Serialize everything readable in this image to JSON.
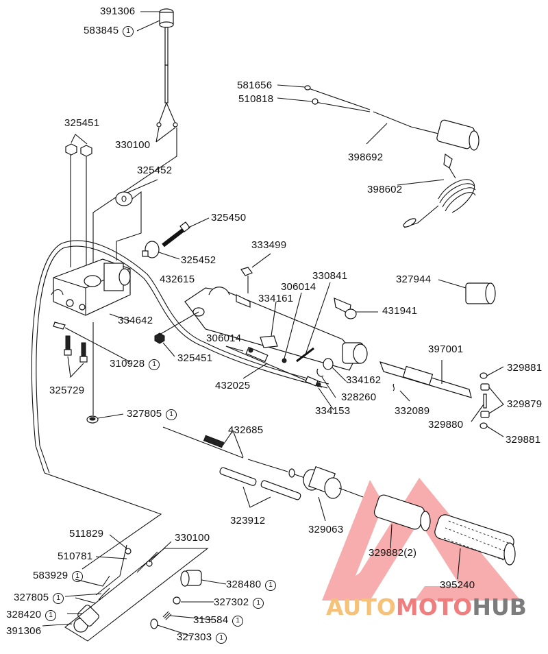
{
  "diagram": {
    "title": "Remote control / tiller handle exploded parts diagram",
    "note_symbol": "1",
    "labels": [
      {
        "id": "l1",
        "text": "391306",
        "note": false
      },
      {
        "id": "l2",
        "text": "583845",
        "note": true
      },
      {
        "id": "l3",
        "text": "581656",
        "note": false
      },
      {
        "id": "l4",
        "text": "510818",
        "note": false
      },
      {
        "id": "l5",
        "text": "325451",
        "note": false
      },
      {
        "id": "l6",
        "text": "330100",
        "note": false
      },
      {
        "id": "l7",
        "text": "398692",
        "note": false
      },
      {
        "id": "l8",
        "text": "325452",
        "note": false
      },
      {
        "id": "l9",
        "text": "398602",
        "note": false
      },
      {
        "id": "l10",
        "text": "325450",
        "note": false
      },
      {
        "id": "l11",
        "text": "333499",
        "note": false
      },
      {
        "id": "l12",
        "text": "325452",
        "note": false
      },
      {
        "id": "l13",
        "text": "330841",
        "note": false
      },
      {
        "id": "l14",
        "text": "432615",
        "note": false
      },
      {
        "id": "l15",
        "text": "306014",
        "note": false
      },
      {
        "id": "l16",
        "text": "327944",
        "note": false
      },
      {
        "id": "l17",
        "text": "334161",
        "note": false
      },
      {
        "id": "l18",
        "text": "431941",
        "note": false
      },
      {
        "id": "l19",
        "text": "334642",
        "note": false
      },
      {
        "id": "l20",
        "text": "306014",
        "note": false
      },
      {
        "id": "l21",
        "text": "397001",
        "note": false
      },
      {
        "id": "l22",
        "text": "310928",
        "note": true
      },
      {
        "id": "l23",
        "text": "325451",
        "note": false
      },
      {
        "id": "l24",
        "text": "334162",
        "note": false
      },
      {
        "id": "l25",
        "text": "329881",
        "note": false
      },
      {
        "id": "l26",
        "text": "432025",
        "note": false
      },
      {
        "id": "l27",
        "text": "328260",
        "note": false
      },
      {
        "id": "l28",
        "text": "329879",
        "note": false
      },
      {
        "id": "l29",
        "text": "325729",
        "note": false
      },
      {
        "id": "l30",
        "text": "334153",
        "note": false
      },
      {
        "id": "l31",
        "text": "332089",
        "note": false
      },
      {
        "id": "l32",
        "text": "329880",
        "note": false
      },
      {
        "id": "l33",
        "text": "327805",
        "note": true
      },
      {
        "id": "l34",
        "text": "329881",
        "note": false
      },
      {
        "id": "l35",
        "text": "432685",
        "note": false
      },
      {
        "id": "l36",
        "text": "323912",
        "note": false
      },
      {
        "id": "l37",
        "text": "329063",
        "note": false
      },
      {
        "id": "l38",
        "text": "511829",
        "note": false
      },
      {
        "id": "l39",
        "text": "330100",
        "note": false
      },
      {
        "id": "l40",
        "text": "510781",
        "note": false
      },
      {
        "id": "l41",
        "text": "329882(2)",
        "note": false
      },
      {
        "id": "l42",
        "text": "583929",
        "note": true
      },
      {
        "id": "l43",
        "text": "328480",
        "note": true
      },
      {
        "id": "l44",
        "text": "395240",
        "note": false
      },
      {
        "id": "l45",
        "text": "327805",
        "note": true
      },
      {
        "id": "l46",
        "text": "327302",
        "note": true
      },
      {
        "id": "l47",
        "text": "328420",
        "note": true
      },
      {
        "id": "l48",
        "text": "313584",
        "note": true
      },
      {
        "id": "l49",
        "text": "391306",
        "note": false
      },
      {
        "id": "l50",
        "text": "327303",
        "note": true
      }
    ]
  },
  "watermark": {
    "part1": "AUTO",
    "part2": "MOTO",
    "part3": "HUB",
    "colors": {
      "auto": "#f6c27a",
      "moto": "#f07e7e",
      "hub": "#7c7c7c",
      "triangle": "#f26b6b"
    }
  }
}
